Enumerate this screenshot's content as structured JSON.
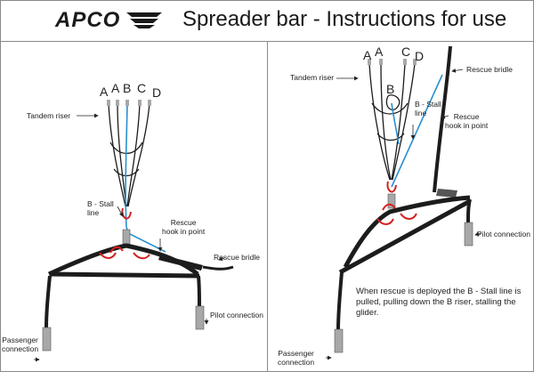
{
  "header": {
    "logo": "APCO",
    "title": "Spreader bar - Instructions for use"
  },
  "left_panel": {
    "riser_letters": [
      "A",
      "A",
      "B",
      "C",
      "D"
    ],
    "tandem_riser": "Tandem riser",
    "b_stall_line": "B - Stall\nline",
    "rescue_hook": "Rescue\nhook in point",
    "rescue_bridle": "Rescue bridle",
    "pilot_connection": "Pilot connection",
    "passenger_connection": "Passenger\nconnection"
  },
  "right_panel": {
    "riser_letters": [
      "A",
      "A",
      "C",
      "D"
    ],
    "b_letter": "B",
    "tandem_riser": "Tandem riser",
    "b_stall_line": "B - Stall\nline",
    "rescue_hook": "Rescue\nhook in point",
    "rescue_bridle": "Rescue bridle",
    "pilot_connection": "Pilot connection",
    "passenger_connection": "Passenger\nconnection",
    "note": "When rescue is deployed the B - Stall line is pulled, pulling down the B riser, stalling the glider."
  },
  "colors": {
    "strap": "#1c1c1c",
    "stall_line": "#2a8fd0",
    "red_accent": "#d42020",
    "metal": "#a8a8a8"
  }
}
